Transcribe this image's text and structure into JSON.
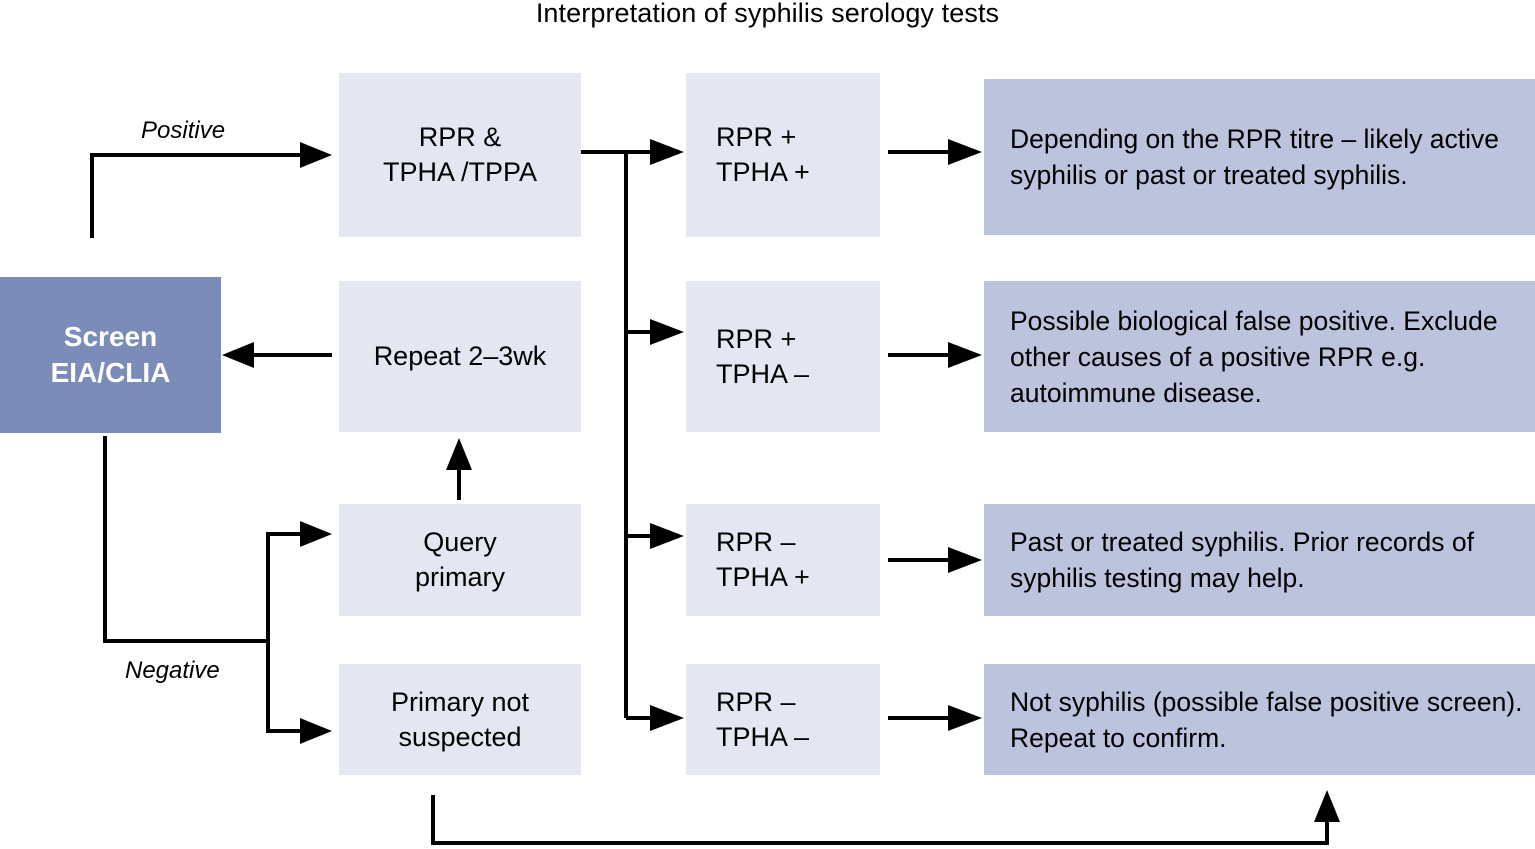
{
  "title": "Interpretation of syphilis serology tests",
  "colors": {
    "screen_box_bg": "#7b8cb8",
    "step_box_bg": "#e4e7f1",
    "result_box_bg": "#e4e7f1",
    "interpretation_box_bg": "#bcc3dc",
    "connector": "#000000",
    "screen_box_text": "#ffffff",
    "body_text": "#000000"
  },
  "entry": {
    "screen_label_line1": "Screen",
    "screen_label_line2": "EIA/CLIA"
  },
  "edge_labels": {
    "positive": "Positive",
    "negative": "Negative"
  },
  "steps": [
    {
      "id": "rpr-tpha-tppa",
      "line1": "RPR &",
      "line2": "TPHA /TPPA"
    },
    {
      "id": "repeat",
      "line1": "Repeat 2–3wk",
      "line2": ""
    },
    {
      "id": "query-primary",
      "line1": "Query",
      "line2": "primary"
    },
    {
      "id": "primary-not-suspected",
      "line1": "Primary not",
      "line2": "suspected"
    }
  ],
  "results": [
    {
      "id": "rpr-pos-tpha-pos",
      "line1": "RPR +",
      "line2": "TPHA +"
    },
    {
      "id": "rpr-pos-tpha-neg",
      "line1": "RPR +",
      "line2": "TPHA –"
    },
    {
      "id": "rpr-neg-tpha-pos",
      "line1": "RPR –",
      "line2": "TPHA +"
    },
    {
      "id": "rpr-neg-tpha-neg",
      "line1": "RPR –",
      "line2": "TPHA –"
    }
  ],
  "interpretations": [
    {
      "id": "interp-1",
      "text": "Depending on the RPR titre – likely active syphilis or past or treated syphilis."
    },
    {
      "id": "interp-2",
      "text": "Possible biological false positive. Exclude other causes of a positive RPR e.g. autoimmune disease."
    },
    {
      "id": "interp-3",
      "text": "Past or treated syphilis. Prior records of syphilis testing may help."
    },
    {
      "id": "interp-4",
      "text": "Not syphilis (possible false positive screen). Repeat to confirm."
    }
  ]
}
